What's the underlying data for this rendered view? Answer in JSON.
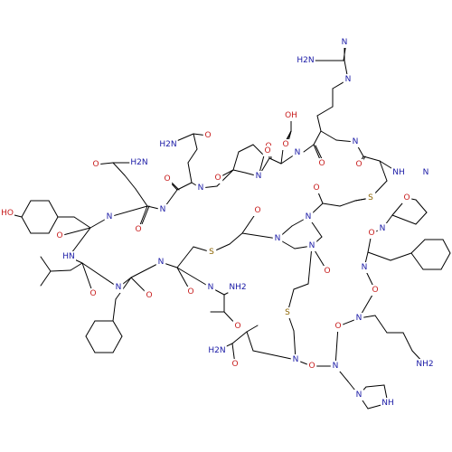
{
  "colors": {
    "background": "#ffffff",
    "bond": "#000000",
    "carbon": "#000000",
    "nitrogen": "#1a1aa6",
    "oxygen": "#c81e1e",
    "sulfur": "#8c6400"
  },
  "atoms": [
    {
      "id": "NH",
      "label": "NH"
    },
    {
      "id": "H2N_guan",
      "label": "H2N"
    },
    {
      "id": "N_guan",
      "label": "N"
    },
    {
      "id": "HN_guan",
      "label": "N"
    },
    {
      "id": "OH_acid",
      "label": "OH"
    },
    {
      "id": "O_acid1",
      "label": "O"
    },
    {
      "id": "O_acid2",
      "label": "O"
    },
    {
      "id": "NH_asp",
      "label": "N"
    },
    {
      "id": "NH_arg",
      "label": "N"
    },
    {
      "id": "O_arg",
      "label": "O"
    },
    {
      "id": "O_arg2",
      "label": "O"
    },
    {
      "id": "H2N_gln1",
      "label": "H2N"
    },
    {
      "id": "O_gln1",
      "label": "O"
    },
    {
      "id": "H2N_gln2",
      "label": "H2N"
    },
    {
      "id": "O_gln2",
      "label": "O"
    },
    {
      "id": "O_pro1",
      "label": "O"
    },
    {
      "id": "N_pro1",
      "label": "N"
    },
    {
      "id": "O_pro1b",
      "label": "O"
    },
    {
      "id": "NH_c1",
      "label": "N"
    },
    {
      "id": "NH_c2",
      "label": "N"
    },
    {
      "id": "O_c1",
      "label": "O"
    },
    {
      "id": "O_c2",
      "label": "O"
    },
    {
      "id": "NH_c3",
      "label": "N"
    },
    {
      "id": "HO_tyr",
      "label": "HO"
    },
    {
      "id": "O_tyr",
      "label": "O"
    },
    {
      "id": "HN_leu",
      "label": "HN"
    },
    {
      "id": "O_leu",
      "label": "O"
    },
    {
      "id": "NH_phe1",
      "label": "N"
    },
    {
      "id": "O_phe1",
      "label": "O"
    },
    {
      "id": "NH_cys1",
      "label": "N"
    },
    {
      "id": "O_cys1",
      "label": "O"
    },
    {
      "id": "S1",
      "label": "S"
    },
    {
      "id": "O_prop1",
      "label": "O"
    },
    {
      "id": "NH_ala1",
      "label": "N"
    },
    {
      "id": "H2N_ala1",
      "label": "NH2"
    },
    {
      "id": "O_ala1",
      "label": "O"
    },
    {
      "id": "O_top",
      "label": "O"
    },
    {
      "id": "S_top",
      "label": "S"
    },
    {
      "id": "NH_top",
      "label": "N"
    },
    {
      "id": "O_pro2",
      "label": "O"
    },
    {
      "id": "N_pro2",
      "label": "N"
    },
    {
      "id": "O_pro2b",
      "label": "O"
    },
    {
      "id": "N_tri1",
      "label": "N"
    },
    {
      "id": "N_tri2",
      "label": "N"
    },
    {
      "id": "N_tri3",
      "label": "N"
    },
    {
      "id": "NH_phe2",
      "label": "N"
    },
    {
      "id": "O_phe2",
      "label": "O"
    },
    {
      "id": "NH_lys",
      "label": "N"
    },
    {
      "id": "H2N_lys",
      "label": "NH2"
    },
    {
      "id": "O_lys",
      "label": "O"
    },
    {
      "id": "O_prop3",
      "label": "O"
    },
    {
      "id": "S3",
      "label": "S"
    },
    {
      "id": "H2N_ala2",
      "label": "H2N"
    },
    {
      "id": "O_ala2",
      "label": "O"
    },
    {
      "id": "NH_ala2",
      "label": "N"
    },
    {
      "id": "O_cys3",
      "label": "O"
    },
    {
      "id": "NH_his",
      "label": "N"
    },
    {
      "id": "N_im1",
      "label": "N"
    },
    {
      "id": "NH_im2",
      "label": "NH"
    }
  ]
}
